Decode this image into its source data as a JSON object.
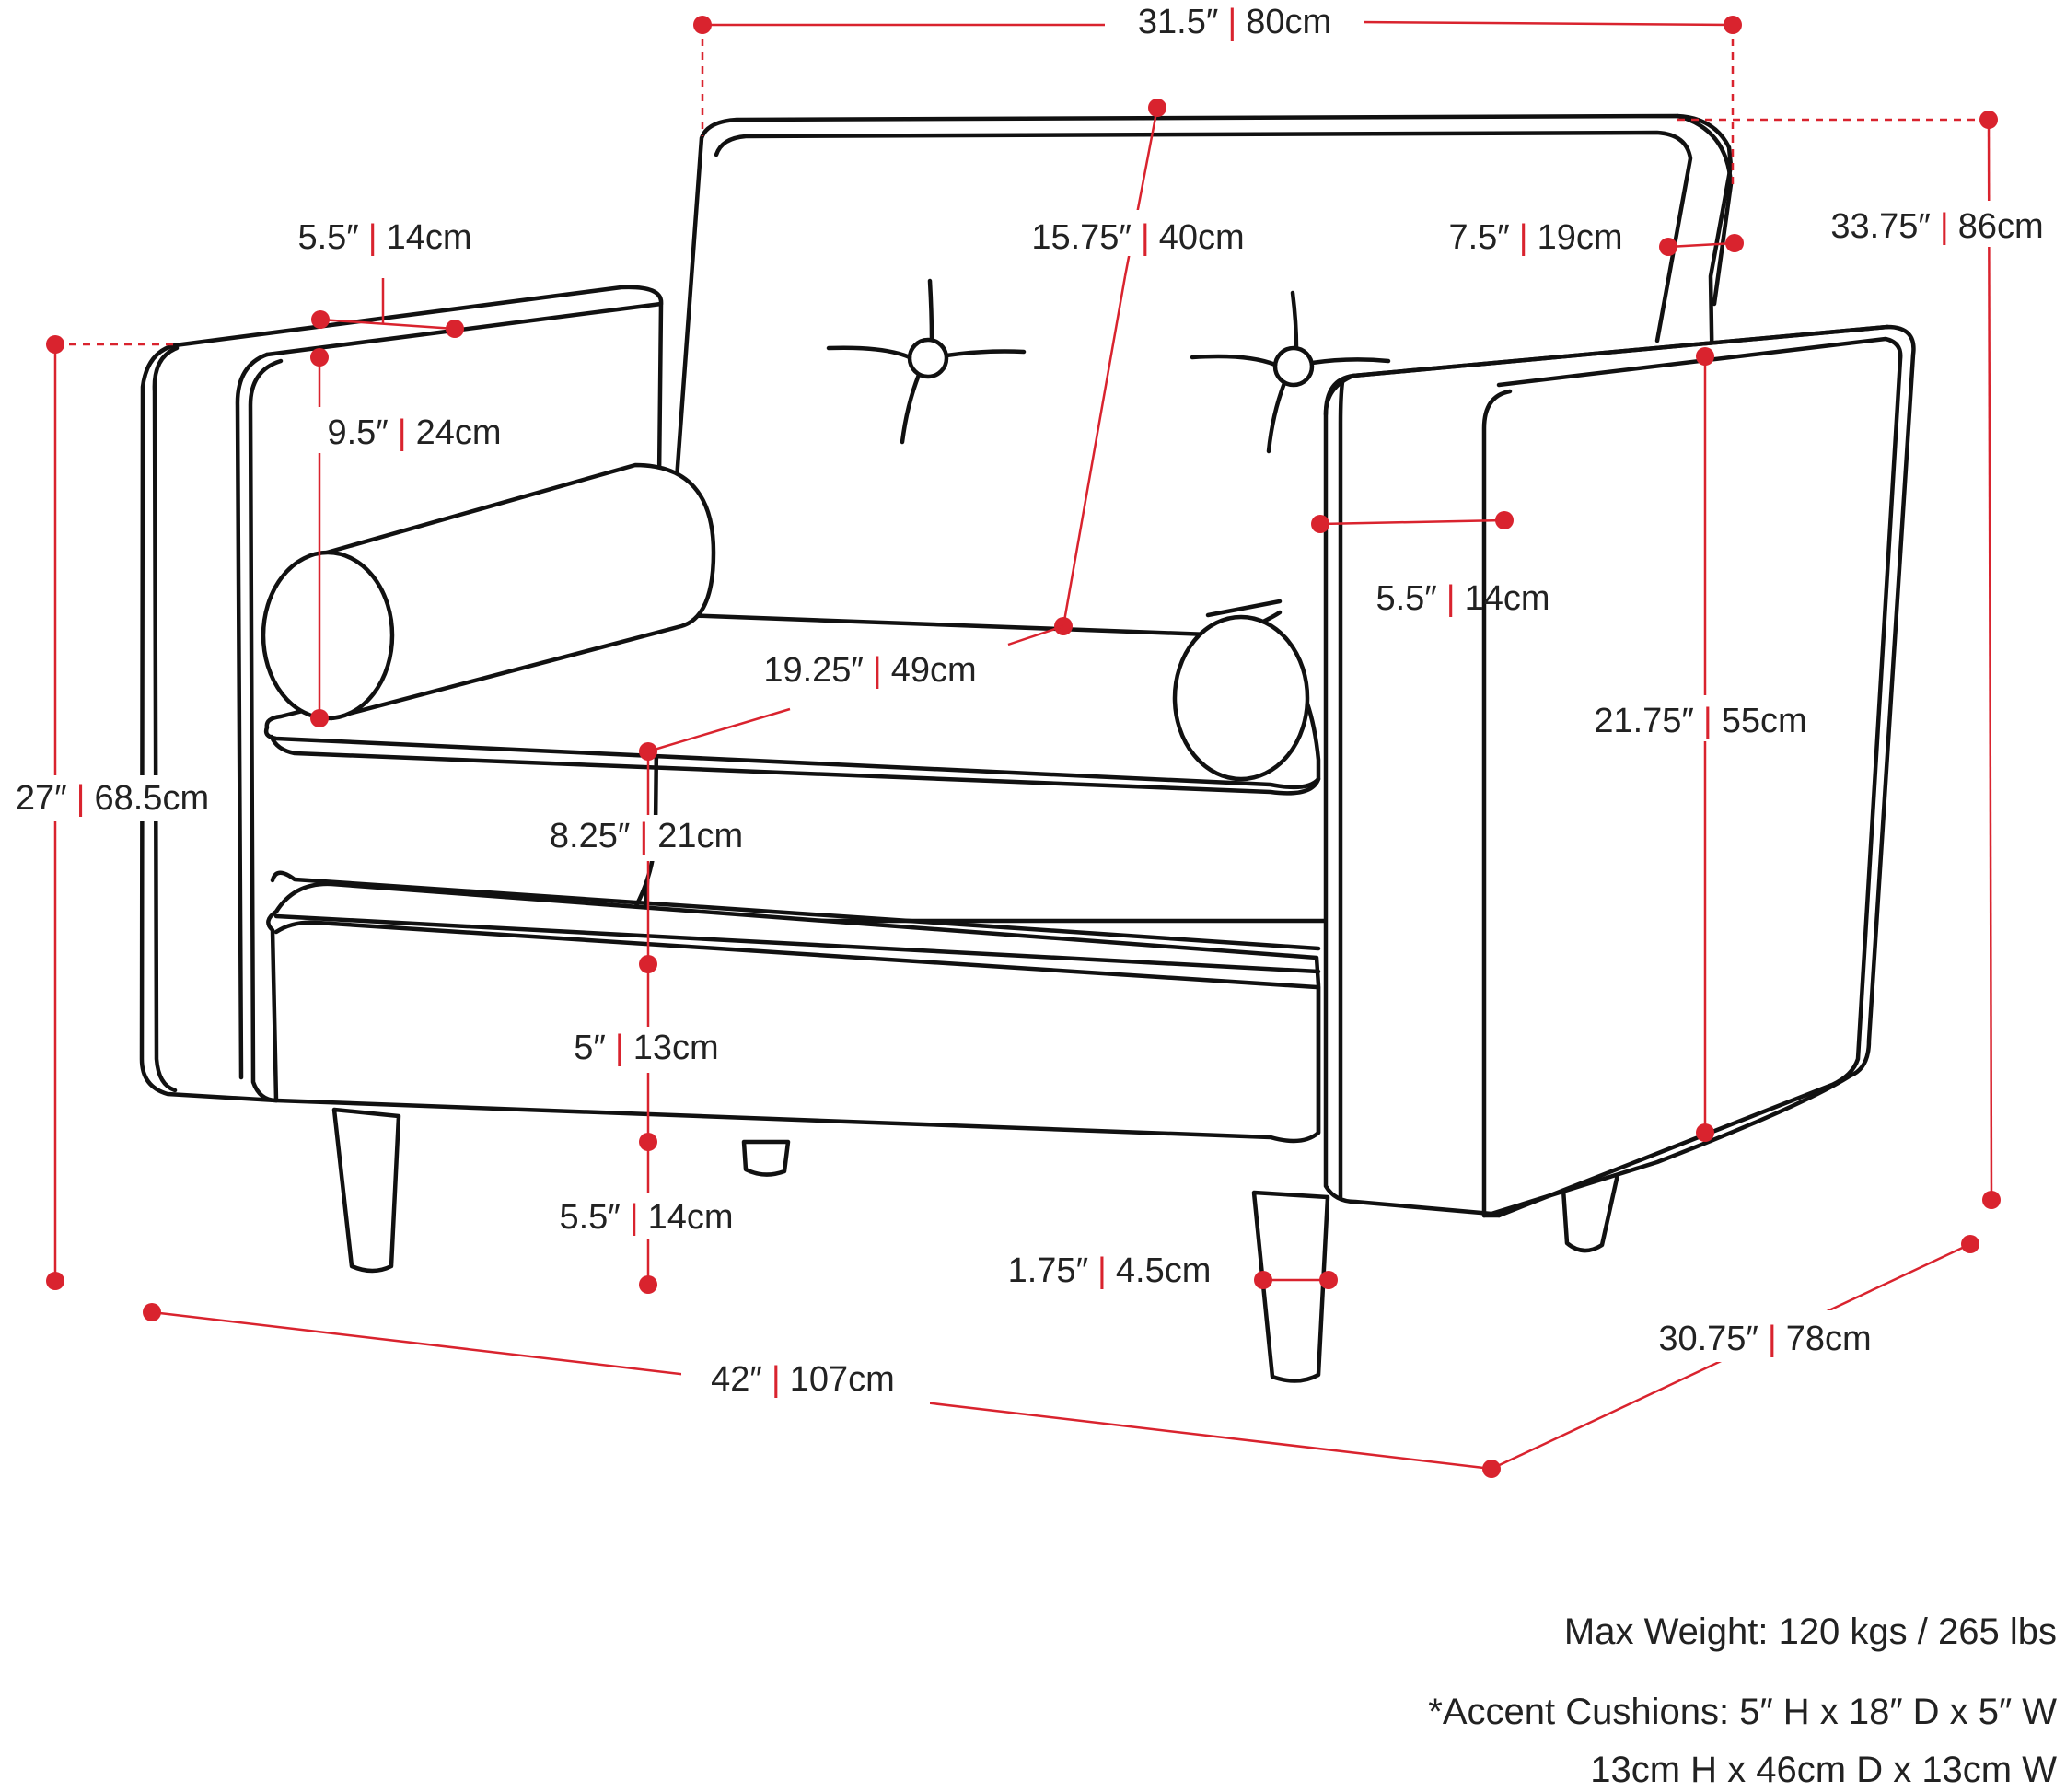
{
  "accent_color": "#d9232e",
  "line_color": "#111111",
  "dimensions": {
    "width_top": {
      "in": "31.5″",
      "cm": "80cm"
    },
    "back_height": {
      "in": "15.75″",
      "cm": "40cm"
    },
    "back_thickness": {
      "in": "7.5″",
      "cm": "19cm"
    },
    "total_height": {
      "in": "33.75″",
      "cm": "86cm"
    },
    "arm_width_left": {
      "in": "5.5″",
      "cm": "14cm"
    },
    "arm_inner_height": {
      "in": "9.5″",
      "cm": "24cm"
    },
    "arm_height": {
      "in": "27″",
      "cm": "68.5cm"
    },
    "arm_width_right": {
      "in": "5.5″",
      "cm": "14cm"
    },
    "seat_depth": {
      "in": "19.25″",
      "cm": "49cm"
    },
    "arm_side_height": {
      "in": "21.75″",
      "cm": "55cm"
    },
    "seat_cushion": {
      "in": "8.25″",
      "cm": "21cm"
    },
    "base": {
      "in": "5″",
      "cm": "13cm"
    },
    "leg_height": {
      "in": "5.5″",
      "cm": "14cm"
    },
    "leg_width": {
      "in": "1.75″",
      "cm": "4.5cm"
    },
    "total_depth": {
      "in": "30.75″",
      "cm": "78cm"
    },
    "total_width": {
      "in": "42″",
      "cm": "107cm"
    }
  },
  "notes": {
    "max_weight": "Max Weight: 120 kgs / 265 lbs",
    "cushions_in": "*Accent Cushions: 5″ H x 18″ D x 5″ W",
    "cushions_cm": "13cm H x 46cm D x 13cm W"
  },
  "separator": "|"
}
